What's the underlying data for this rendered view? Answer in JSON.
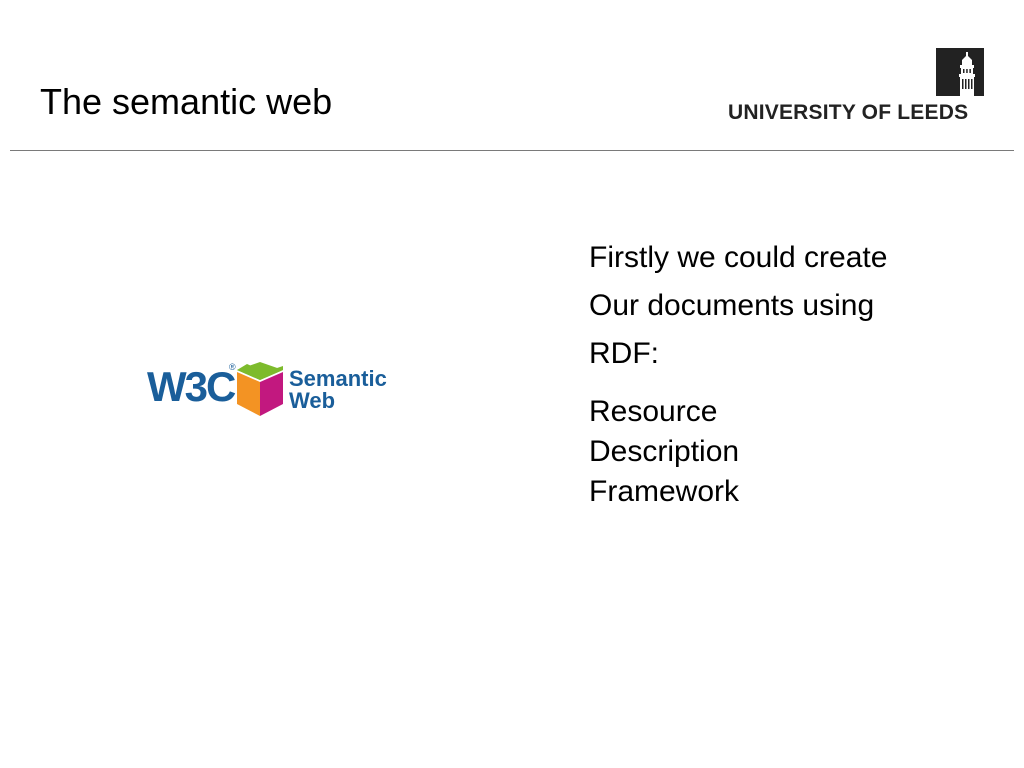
{
  "slide": {
    "title": "The semantic web",
    "body_lines": [
      "Firstly we could create",
      "Our documents using",
      "RDF:"
    ],
    "rdf_lines": [
      "Resource",
      "Description",
      "Framework"
    ]
  },
  "logos": {
    "university": {
      "wordmark": "UNIVERSITY OF LEEDS",
      "icon": "clock-tower-icon",
      "color": "#222222"
    },
    "semantic_web": {
      "w3c": "W3C",
      "registered": "®",
      "line1": "Semantic",
      "line2": "Web",
      "icon": "cube-icon",
      "colors": {
        "blue": "#1a5e9a",
        "green": "#7dbb2c",
        "orange": "#f39323",
        "magenta": "#c2187f"
      }
    }
  }
}
